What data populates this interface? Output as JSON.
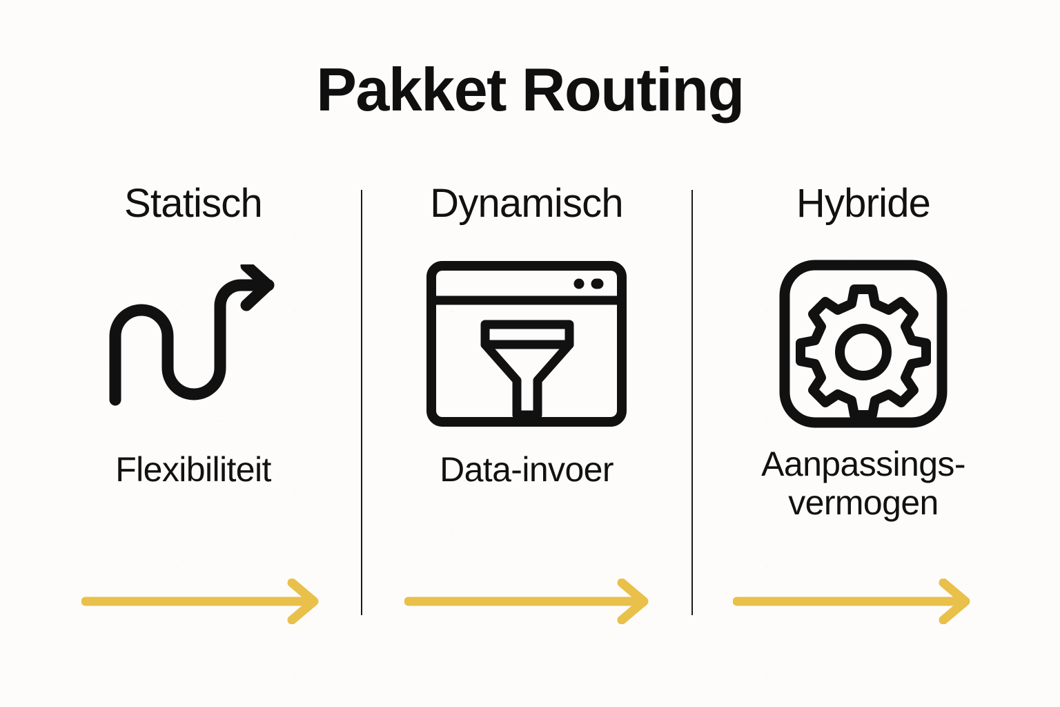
{
  "page": {
    "title": "Pakket Routing",
    "background_color": "#fdfcfa",
    "ink_color": "#111111",
    "accent_color": "#e9c04a"
  },
  "columns": [
    {
      "id": "static",
      "header": "Statisch",
      "icon": "winding-arrow-icon",
      "caption_lines": [
        "Flexibiliteit"
      ],
      "flow_arrow": "flow-arrow-right"
    },
    {
      "id": "dynamic",
      "header": "Dynamisch",
      "icon": "browser-funnel-icon",
      "caption_lines": [
        "Data-invoer"
      ],
      "flow_arrow": "flow-arrow-right"
    },
    {
      "id": "hybrid",
      "header": "Hybride",
      "icon": "gear-in-square-icon",
      "caption_lines": [
        "Aanpassings-",
        "vermogen"
      ],
      "flow_arrow": "flow-arrow-right"
    }
  ],
  "dividers": 2
}
